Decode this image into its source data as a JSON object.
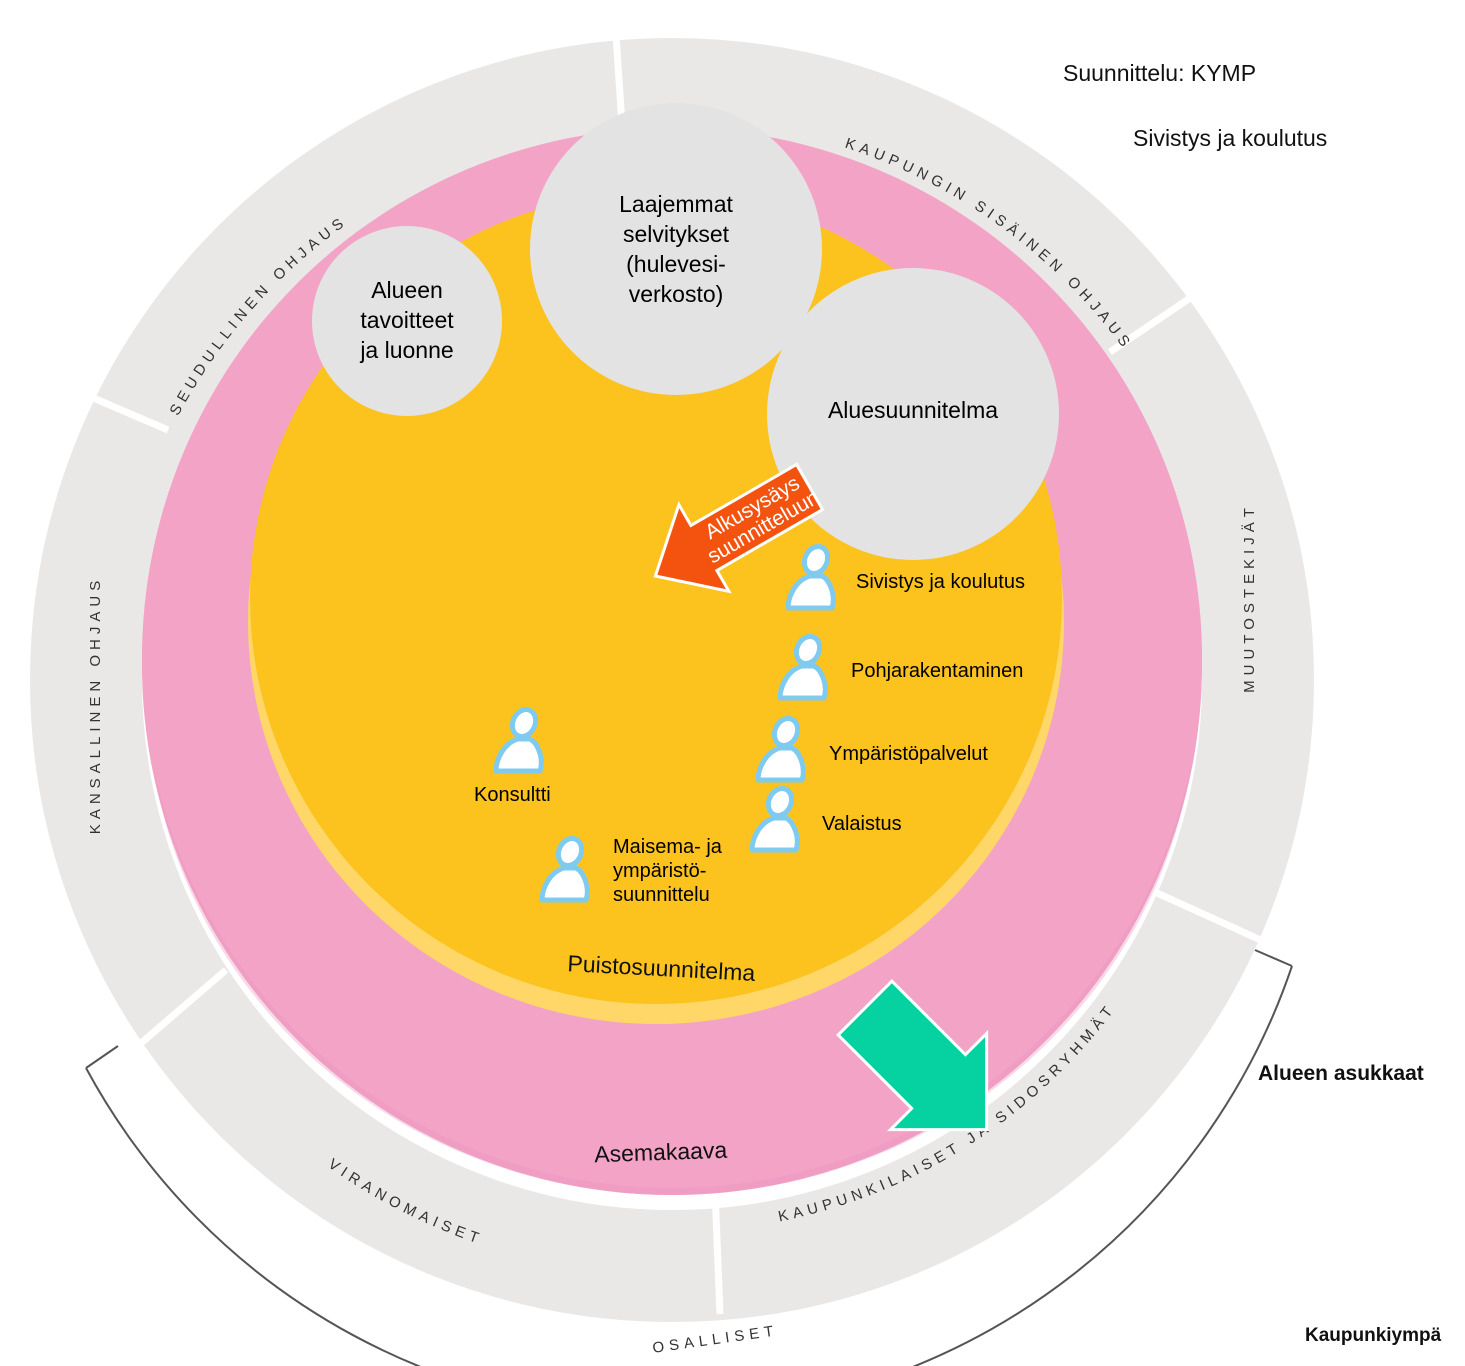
{
  "header": {
    "line1": "Suunnittelu: KYMP",
    "line2": "Sivistys ja koulutus"
  },
  "side_labels": {
    "residents": "Alueen asukkaat",
    "bottom_right": "Kaupunkiympä"
  },
  "ring_segments": {
    "seudullinen": "SEUDULLINEN OHJAUS",
    "kaupungin": "KAUPUNGIN SISÄINEN OHJAUS",
    "muutostekijat": "MUUTOSTEKIJÄT",
    "kaupunkilaiset": "KAUPUNKILAISET JA SIDOSRYHMÄT",
    "viranomaiset": "VIRANOMAISET",
    "kansallinen": "KANSALLINEN OHJAUS",
    "osalliset": "OSALLISET"
  },
  "layers": {
    "pink": "Asemakaava",
    "yellow": "Puistosuunnitelma"
  },
  "bubbles": {
    "alueen": [
      "Alueen",
      "tavoitteet",
      "ja luonne"
    ],
    "laajemmat": [
      "Laajemmat",
      "selvitykset",
      "(hulevesi-",
      "verkosto)"
    ],
    "aluesuunnitelma": "Aluesuunnitelma"
  },
  "arrow_label": [
    "Alkusysäys",
    "suunnitteluun"
  ],
  "people": {
    "sivistys": "Sivistys ja koulutus",
    "pohja": "Pohjarakentaminen",
    "ymparisto": "Ympäristöpalvelut",
    "valaistus": "Valaistus",
    "konsultti": "Konsultti",
    "maisema": [
      "Maisema- ja",
      "ympäristö-",
      "suunnittelu"
    ]
  },
  "colors": {
    "outer_ring": "#eae8e7",
    "pink": "#f2a3c6",
    "yellow": "#fcc21e",
    "bubble": "#e3e3e3",
    "orange_arrow": "#f3530f",
    "green_arrow": "#05d2a0",
    "person_icon": "#7fcbef"
  }
}
